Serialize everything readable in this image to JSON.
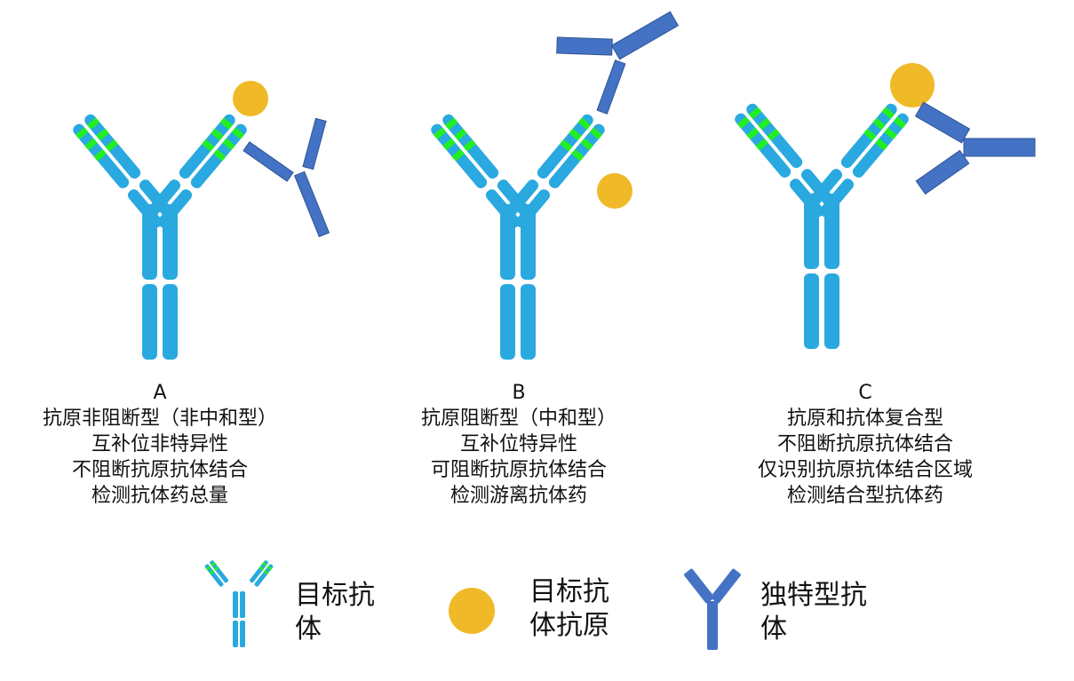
{
  "colors": {
    "target_antibody": "#29a9e0",
    "cdr_stripe": "#22ee22",
    "target_antigen": "#f0b928",
    "idiotype_antibody": "#4472c4"
  },
  "panels": [
    {
      "letter": "A",
      "lines": [
        "抗原非阻断型（非中和型）",
        "互补位非特异性",
        "不阻断抗原抗体结合",
        "检测抗体药总量"
      ]
    },
    {
      "letter": "B",
      "lines": [
        "抗原阻断型（中和型）",
        "互补位特异性",
        "可阻断抗原抗体结合",
        "检测游离抗体药"
      ]
    },
    {
      "letter": "C",
      "lines": [
        "抗原和抗体复合型",
        "不阻断抗原抗体结合",
        "仅识别抗原抗体结合区域",
        "检测结合型抗体药"
      ]
    }
  ],
  "legend": {
    "target_antibody": {
      "icon": "target-antibody-icon",
      "label_lines": [
        "目标抗",
        "体"
      ]
    },
    "target_antigen": {
      "icon": "target-antigen-icon",
      "label_lines": [
        "目标抗",
        "体抗原"
      ]
    },
    "idiotype_antibody": {
      "icon": "idiotype-antibody-icon",
      "label_lines": [
        "独特型抗",
        "体"
      ]
    }
  }
}
